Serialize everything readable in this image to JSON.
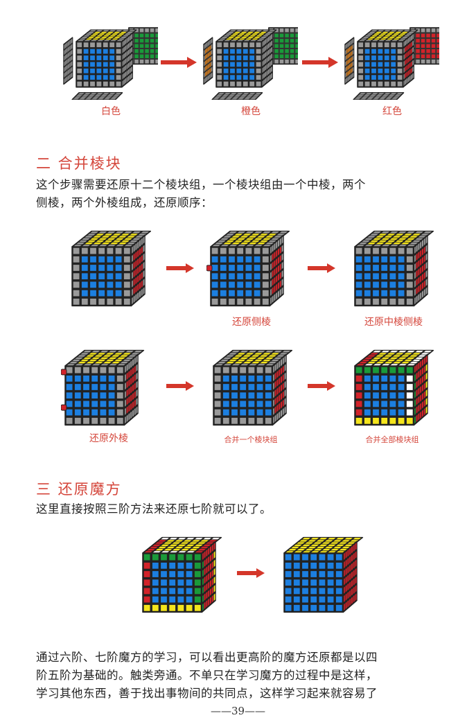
{
  "top_row": {
    "captions": [
      "白色",
      "橙色",
      "红色"
    ]
  },
  "section2": {
    "heading": "二  合并棱块",
    "para_lines": [
      "这个步骤需要还原十二个棱块组，一个棱块组由一个中棱，两个",
      "侧棱，两个外棱组成，还原顺序："
    ],
    "row1_captions": [
      "还原侧棱",
      "还原中棱侧棱"
    ],
    "row2_captions": [
      "还原外棱",
      "合并一个棱块组",
      "合并全部棱块组"
    ]
  },
  "section3": {
    "heading": "三  还原魔方",
    "para": "这里直接按照三阶方法来还原七阶就可以了。"
  },
  "closing": {
    "lines": [
      "通过六阶、七阶魔方的学习，可以看出更高阶的魔方还原都是以四",
      "阶五阶为基础的。触类旁通。不单只在学习魔方的过程中是这样，",
      "学习其他东西，善于找出事物间的共同点，这样学习起来就容易了"
    ]
  },
  "page_number": "——39——",
  "colors": {
    "yellow": "#f5e51c",
    "blue": "#1c7fe0",
    "red": "#d2232a",
    "green": "#1a9a3a",
    "orange": "#f08a1d",
    "white": "#ffffff",
    "gray": "#9a9a9a",
    "arrow": "#d4362a",
    "caption": "#d4453a"
  }
}
